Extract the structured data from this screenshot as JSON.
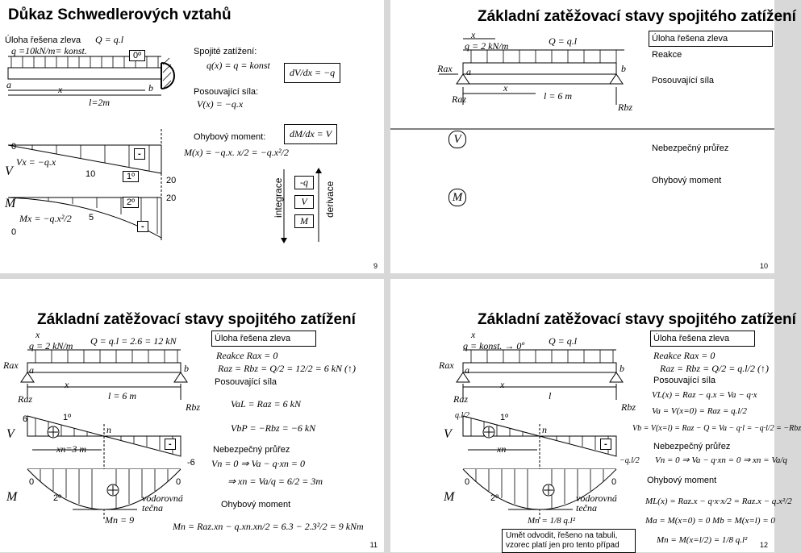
{
  "slides": [
    {
      "title": "Důkaz Schwedlerových vztahů",
      "note1": "Úloha řešena zleva",
      "load": "q =10kN/m= konst.",
      "Q": "Q = q.l",
      "zero_deg": "0º",
      "lbl_a": "a",
      "lbl_b": "b",
      "lbl_x": "x",
      "span": "l=2m",
      "cont_load_title": "Spojité zatížení:",
      "cont_load_eq": "q(x) = q = konst",
      "shear_title": "Posouvající síla:",
      "shear_eq": "V(x) = −q.x",
      "dv_eq": "dV/dx = −q",
      "moment_title": "Ohybový moment:",
      "moment_eq": "M(x) = −q.x. x/2 = −q.x²/2",
      "dm_eq": "dM/dx = V",
      "V": "V",
      "M": "M",
      "vx": "Vx = −q.x",
      "mx": "Mx = −q.x²/2",
      "v_zero": "0",
      "v_10": "10",
      "v_20": "20",
      "m_zero": "0",
      "m_5": "5",
      "m_20": "20",
      "deg1": "1º",
      "deg2": "2º",
      "minus": "-",
      "integrace": "integrace",
      "derivace": "derivace",
      "stack": [
        "-q",
        "V",
        "M"
      ],
      "page": "9"
    },
    {
      "title": "Základní zatěžovací stavy spojitého zatížení",
      "lbl_x": "x",
      "load": "q = 2 kN/m",
      "Q": "Q = q.l",
      "Rax": "Rax",
      "Raz": "Raz",
      "Rbz": "Rbz",
      "lbl_a": "a",
      "lbl_b": "b",
      "span": "l = 6 m",
      "items": [
        "Úloha řešena zleva",
        "Reakce",
        "Posouvající síla",
        "Nebezpečný průřez",
        "Ohybový moment"
      ],
      "V": "V",
      "M": "M",
      "page": "10"
    },
    {
      "title": "Základní zatěžovací stavy spojitého zatížení",
      "lbl_x": "x",
      "load": "q = 2 kN/m",
      "Q": "Q = q.l = 2.6 = 12 kN",
      "Rax": "Rax",
      "Raz": "Raz",
      "Rbz": "Rbz",
      "lbl_a": "a",
      "lbl_b": "b",
      "span": "l = 6 m",
      "note1": "Úloha řešena zleva",
      "reakce": "Reakce  Rax = 0",
      "reakce2": "Raz = Rbz = Q/2 = 12/2 = 6 kN (↑)",
      "shear_title": "Posouvající síla",
      "va": "VaL = Raz = 6 kN",
      "vb": "VbP = −Rbz = −6 kN",
      "danger_title": "Nebezpečný průřez",
      "vn": "Vn = 0 ⇒ Va − q·xn = 0",
      "xn": "⇒ xn = Va/q = 6/2 = 3m",
      "moment_title": "Ohybový moment",
      "mn": "Mn = Raz.xn − q.xn.xn/2 = 6.3 − 2.3²/2 = 9 kNm",
      "v6": "6",
      "vm6": "-6",
      "xn_lbl": "xn=3 m",
      "n_lbl": "n",
      "deg1": "1º",
      "deg2": "2º",
      "m0a": "0",
      "m0b": "0",
      "mn9": "Mn = 9",
      "vodorovna": "vodorovná tečna",
      "V": "V",
      "M": "M",
      "page": "11"
    },
    {
      "title": "Základní zatěžovací stavy spojitého zatížení",
      "lbl_x": "x",
      "load": "q = konst. → 0º",
      "Q": "Q = q.l",
      "Rax": "Rax",
      "Raz": "Raz",
      "Rbz": "Rbz",
      "lbl_a": "a",
      "lbl_b": "b",
      "span": "l",
      "note1": "Úloha řešena zleva",
      "reakce": "Reakce  Rax = 0",
      "reakce2": "Raz = Rbz = Q/2 = q.l/2 (↑)",
      "shear_title": "Posouvající síla",
      "v1": "VL(x) = Raz − q.x = Va − q·x",
      "v2": "Va = V(x=0) = Raz = q.l/2",
      "v3": "Vb = V(x=l) = Raz − Q = Va − q·l = −q·l/2 = −Rbz",
      "danger_title": "Nebezpečný průřez",
      "vn": "Vn = 0 ⇒ Va − q·xn = 0 ⇒ xn = Va/q",
      "moment_title": "Ohybový moment",
      "m1": "ML(x) = Raz.x − q·x·x/2 = Raz.x − q.x²/2",
      "m2": "Ma = M(x=0) = 0    Mb = M(x=l) = 0",
      "m3": "Mn = M(x=l/2) = 1/8 q.l²",
      "ql2": "q.l/2",
      "mql2": "−q.l/2",
      "xn_lbl": "xn",
      "n_lbl": "n",
      "deg1": "1º",
      "deg2": "2º",
      "m0a": "0",
      "m0b": "0",
      "mn": "Mn = 1/8 q.l²",
      "vodorovna": "vodorovná tečna",
      "footer": "Umět odvodit, řešeno na tabuli, vzorec platí jen pro tento případ",
      "V": "V",
      "M": "M",
      "page": "12"
    }
  ]
}
